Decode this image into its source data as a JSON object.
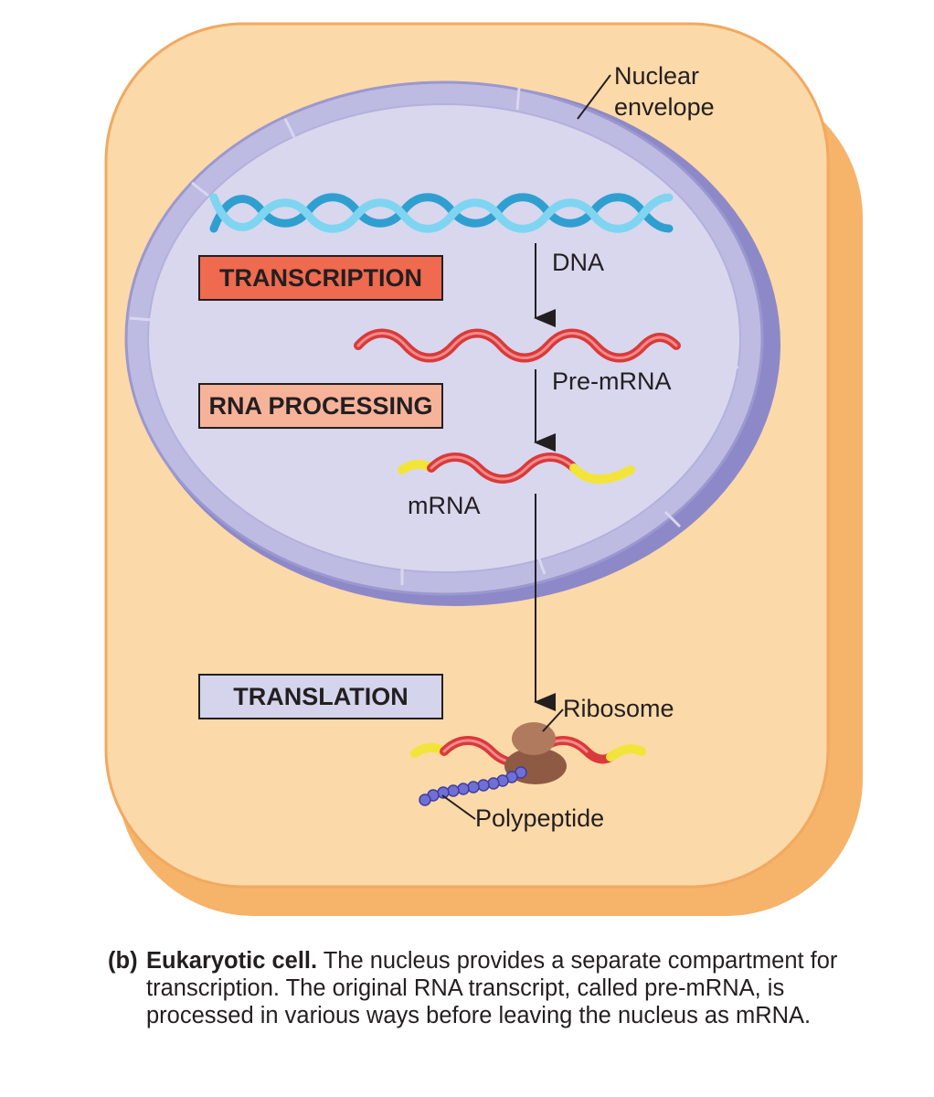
{
  "labels": {
    "nuclear_envelope_line1": "Nuclear",
    "nuclear_envelope_line2": "envelope",
    "dna": "DNA",
    "pre_mrna": "Pre-mRNA",
    "mrna": "mRNA",
    "ribosome": "Ribosome",
    "polypeptide": "Polypeptide"
  },
  "steps": {
    "transcription": "TRANSCRIPTION",
    "rna_processing": "RNA PROCESSING",
    "translation": "TRANSLATION"
  },
  "caption": {
    "tag": "(b)",
    "heading": "Eukaryotic cell.",
    "text": "The nucleus provides a separate compartment for transcription. The original RNA transcript, called pre-mRNA, is processed in various ways before leaving the nucleus as mRNA."
  },
  "colors": {
    "cytoplasm": "#fcd9a8",
    "cell_border": "#f6b36a",
    "nucleus": "#d6d5ec",
    "nuclear_envelope": "#a9a6d6",
    "dna": "#5ec8ea",
    "rna": "#d93a3a",
    "cap_tail": "#f3e43a",
    "transcription_box": "#ef6a4f",
    "rna_processing_box": "#f7b39a",
    "translation_box": "#d4d4ec",
    "ribosome": "#a06a50",
    "polypeptide": "#6f6fd6"
  }
}
